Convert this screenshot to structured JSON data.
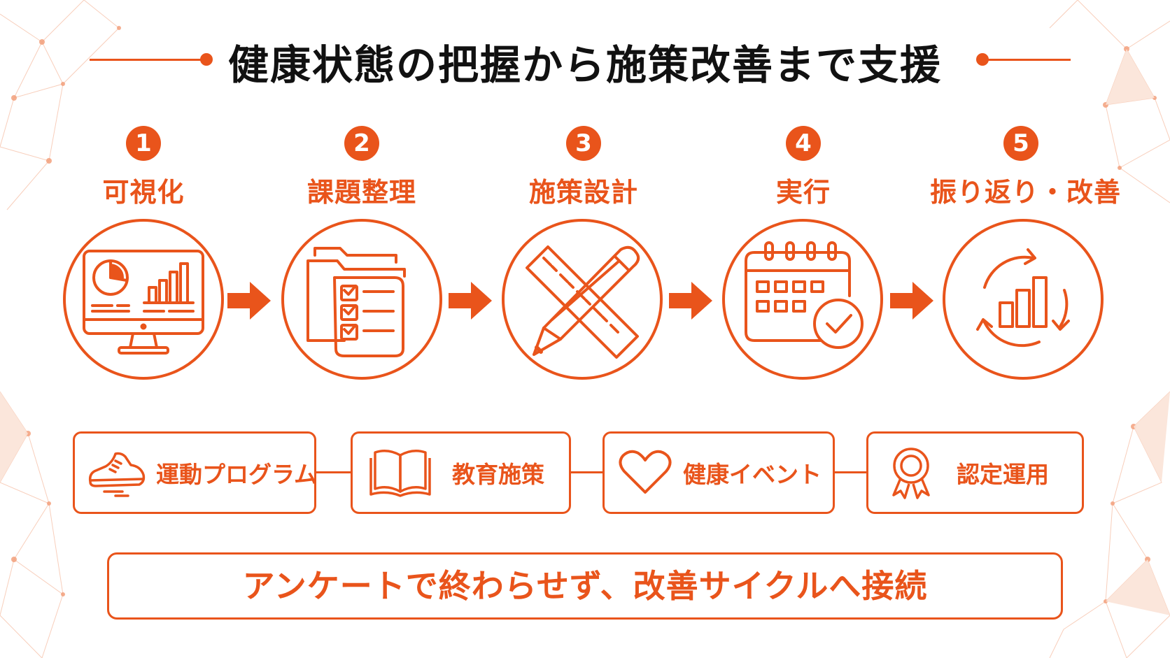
{
  "title": "健康状態の把握から施策改善まで支援",
  "colors": {
    "accent": "#E9541B",
    "title_text": "#111111",
    "background": "#FFFFFF"
  },
  "steps": [
    {
      "number": "1",
      "label": "可視化",
      "icon": "monitor-dashboard-icon"
    },
    {
      "number": "2",
      "label": "課題整理",
      "icon": "folder-checklist-icon"
    },
    {
      "number": "3",
      "label": "施策設計",
      "icon": "pencil-ruler-icon"
    },
    {
      "number": "4",
      "label": "実行",
      "icon": "calendar-check-icon"
    },
    {
      "number": "5",
      "label": "振り返り・改善",
      "icon": "cycle-chart-icon"
    }
  ],
  "programs": [
    {
      "label": "運動プログラム",
      "icon": "sneaker-icon"
    },
    {
      "label": "教育施策",
      "icon": "open-book-icon"
    },
    {
      "label": "健康イベント",
      "icon": "heart-icon"
    },
    {
      "label": "認定運用",
      "icon": "award-badge-icon"
    }
  ],
  "banner": "アンケートで終わらせず、改善サイクルへ接続"
}
